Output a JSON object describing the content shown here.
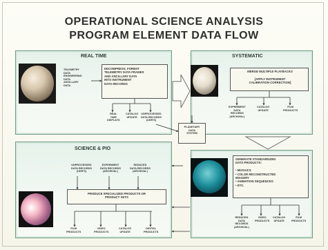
{
  "title": {
    "line1": "OPERATIONAL SCIENCE ANALYSIS",
    "line2": "PROGRAM ELEMENT DATA FLOW"
  },
  "real_time": {
    "title": "REAL TIME",
    "inputs": "TELEMETRY\nDATA\nENGINEERING\nDATA\nANCILLARY\nDATA",
    "process": "DECOMPRESS, FORMAT\nTELEMETRY DATA FRAMES\nAND ANCILLARY DATA\nINTO INSTRUMENT\nDATA RECORDS",
    "outputs": [
      "REAL\nTIME\nDISPLAYS",
      "CATALOG\nUPDATE",
      "UNPROCESSED\nDATA RECORDS\n(UDR'S)"
    ]
  },
  "systematic": {
    "title": "SYSTEMATIC",
    "process": "MERGE MULTIPLE PLAYBACKS\n\n[APPLY INSTRUMENT\nCALIBRATION CORRECTION]",
    "outputs": [
      "EXPERIMENT\nDATA\nRECORDS\n(ARCHIVAL)",
      "CATALOG\nUPDATE",
      "FILM\nPRODUCTS"
    ]
  },
  "planetary": "PLANETARY\nDATA\nSYSTEM",
  "generate": {
    "process": "GENERATE STANDARDIZED\nDATA PRODUCTS:\n\n• MOSAICS\n• COLOR RECONSTRUCTED\n  IMAGERY\n• ANIMATION SEQUENCES\n• ETC.",
    "outputs": [
      "REDUCED\nDATA\nRECORDS\n(ARCHIVAL)",
      "VIDEO\nPRODUCTS",
      "CATALOG\nUPDATE",
      "FILM\nPRODUCTS"
    ]
  },
  "science": {
    "title": "SCIENCE & PIO",
    "inputs": [
      "UNPROCESSED\nDATA RECORDS\n(UDR'S)",
      "EXPERIMENT\nDATA RECORDS\n(ARCHIVAL)",
      "REDUCED\nDATA RECORDS\n(ARCHIVAL)"
    ],
    "process": "PRODUCE SPECIALIZED PRODUCTS OR\nPRODUCT SETS",
    "outputs": [
      "FILM\nPRODUCTS",
      "VIDEO\nPRODUCTS",
      "CATALOG\nUPDATE",
      "DIGITAL\nPRODUCTS"
    ]
  }
}
